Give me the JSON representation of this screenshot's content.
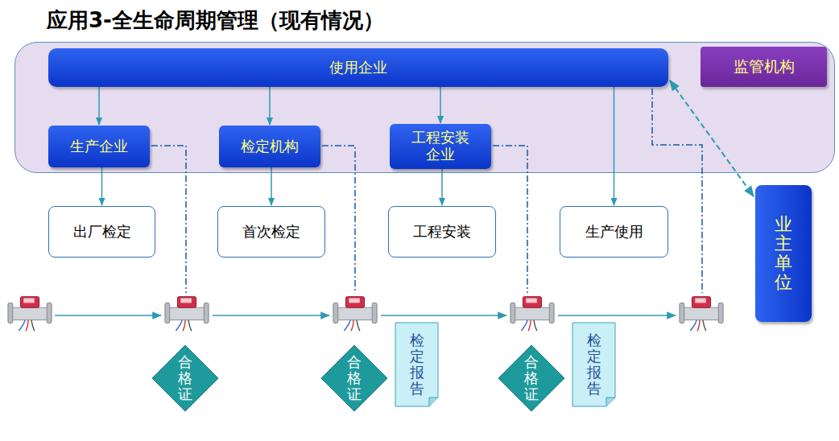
{
  "diagram": {
    "title": "应用3-全生命周期管理（现有情况）",
    "nodes": [
      {
        "text": [
          "使用企业"
        ]
      },
      {
        "text": [
          "监管机构"
        ]
      },
      {
        "text": [
          "生产企业"
        ]
      },
      {
        "text": [
          "检定机构"
        ]
      },
      {
        "text": [
          "工程安装 企业"
        ]
      },
      {
        "text": [
          "出厂检定"
        ]
      },
      {
        "text": [
          "首次检定"
        ]
      },
      {
        "text": [
          "工程安装"
        ]
      },
      {
        "text": [
          "生产使用"
        ]
      },
      {
        "text": [
          "业主单位"
        ]
      },
      {
        "text": [
          "合格证"
        ]
      },
      {
        "text": [
          "合格证"
        ]
      },
      {
        "text": [
          "检定报告"
        ]
      },
      {
        "text": [
          "合格证"
        ]
      },
      {
        "text": [
          "检定报告"
        ]
      }
    ],
    "edges": [
      {
        "from": 0,
        "to": 2,
        "arrow": "to"
      },
      {
        "from": 0,
        "to": 3,
        "arrow": "to"
      },
      {
        "from": 0,
        "to": 4,
        "arrow": "to"
      },
      {
        "from": 0,
        "to": 8,
        "arrow": "to"
      },
      {
        "from": 2,
        "to": 5,
        "arrow": "to"
      },
      {
        "from": 3,
        "to": 6,
        "arrow": "to"
      },
      {
        "from": 4,
        "to": 7,
        "arrow": "to"
      },
      {
        "from": 0,
        "to": 9,
        "arrow": "both"
      }
    ]
  }
}
